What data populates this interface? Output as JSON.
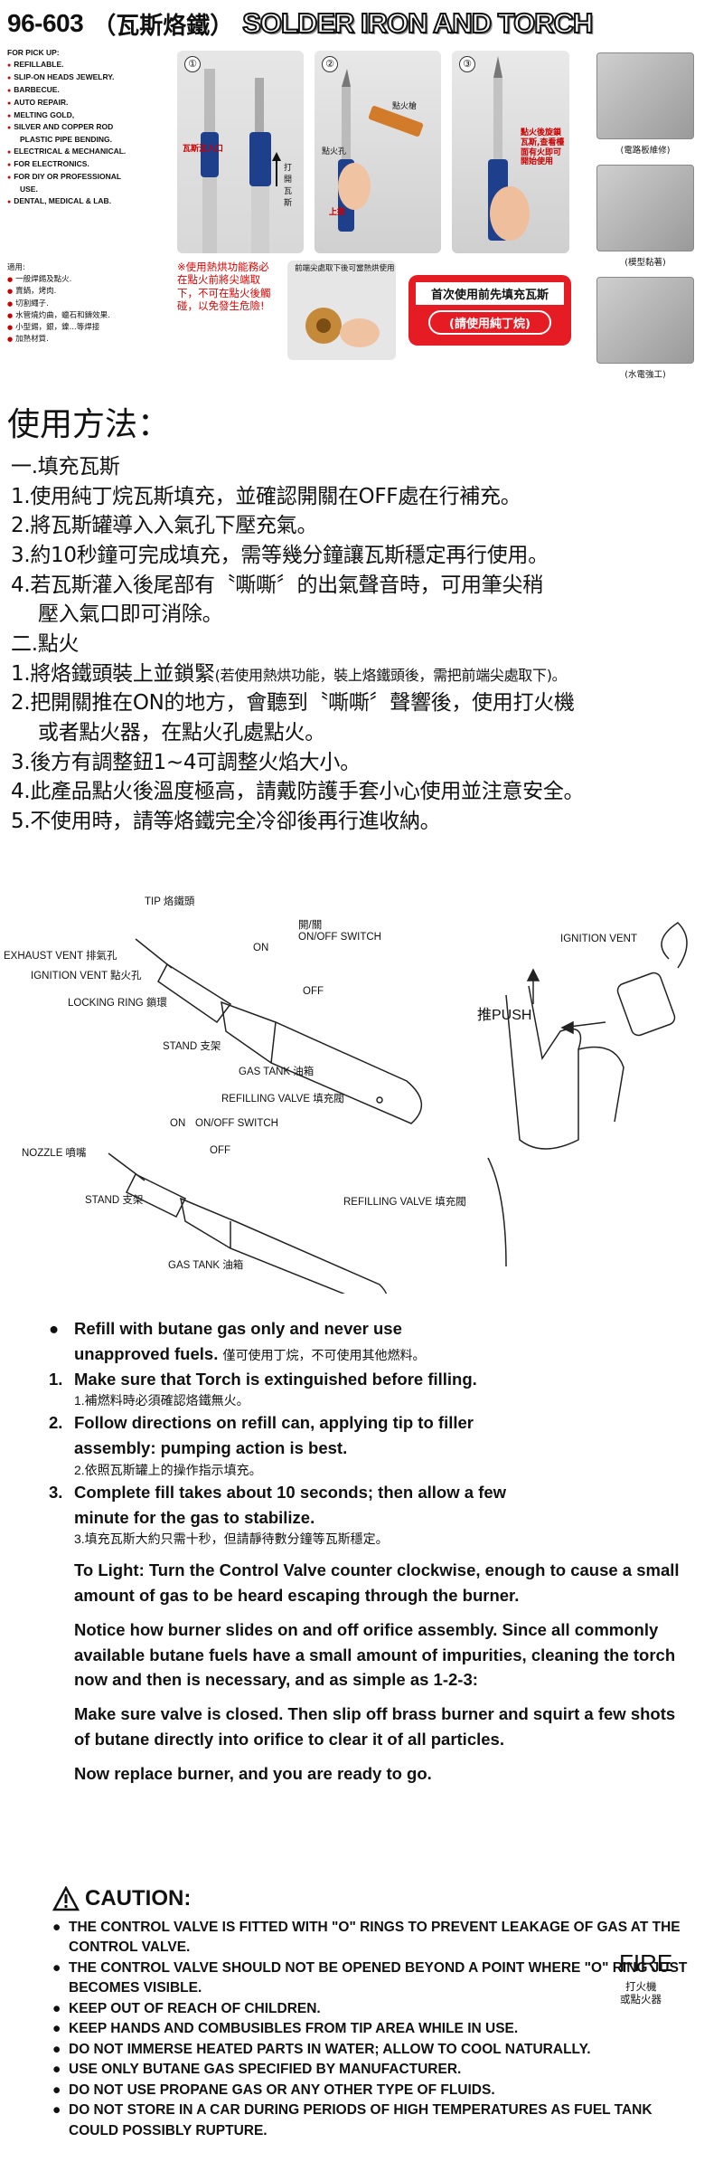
{
  "header": {
    "model": "96-603",
    "zh_title": "（瓦斯烙鐵）",
    "en_title": "SOLDER IRON AND TORCH"
  },
  "uses": {
    "heading": "FOR PICK UP:",
    "items": [
      "REFILLABLE.",
      "SLIP-ON HEADS JEWELRY.",
      "BARBECUE.",
      "AUTO REPAIR.",
      "MELTING GOLD,",
      "SILVER AND COPPER ROD",
      "PLASTIC PIPE BENDING.",
      "ELECTRICAL & MECHANICAL.",
      "FOR ELECTRONICS.",
      "FOR DIY OR PROFESSIONAL",
      "USE.",
      "DENTAL, MEDICAL & LAB."
    ],
    "zh_heading": "適用:",
    "zh_items": [
      "一般焊錫及點火.",
      "賣鍋，烤肉.",
      "切割繩子.",
      "水管燒灼曲，蠟石和鑄效果.",
      "小型錫，銀，鎳...等焊接",
      "加熱材質."
    ]
  },
  "photos": {
    "p1_num": "①",
    "p1_tag": "瓦斯注入口",
    "p1_tag2": "打開瓦斯",
    "p2_num": "②",
    "p2_tag_tip": "點火槍",
    "p2_tag_hole": "點火孔",
    "p2_tag_up": "上推",
    "p3_num": "③",
    "p3_tag": "點火後旋鎖瓦斯,查看檯面有火即可開始使用"
  },
  "warn": {
    "text": "※使用熱烘功能務必在點火前將尖端取下，不可在點火後觸碰，以免發生危險!",
    "mini_caption": "前端尖處取下後可當熱烘使用"
  },
  "redbox": {
    "line1": "首次使用前先填充瓦斯",
    "line2": "(請使用純丁烷)"
  },
  "side": {
    "cap1": "(電路板維修)",
    "cap2": "(模型黏著)",
    "cap3": "(水電強工)"
  },
  "howto": {
    "title": "使用方法：",
    "s1": "一.填充瓦斯",
    "l1": "1.使用純丁烷瓦斯填充，並確認開關在OFF處在行補充。",
    "l2": "2.將瓦斯罐導入入氣孔下壓充氣。",
    "l3": "3.約10秒鐘可完成填充，需等幾分鐘讓瓦斯穩定再行使用。",
    "l4a": "4.若瓦斯灌入後尾部有〝嘶嘶〞的出氣聲音時，可用筆尖稍",
    "l4b": "壓入氣口即可消除。",
    "s2": "二.點火",
    "m1a": "1.將烙鐵頭裝上並鎖緊",
    "m1b": "(若使用熱烘功能，裝上烙鐵頭後，需把前端尖處取下)。",
    "m2a": "2.把開關推在ON的地方，會聽到〝嘶嘶〞聲響後，使用打火機",
    "m2b": "或者點火器，在點火孔處點火。",
    "m3": "3.後方有調整鈕1~4可調整火焰大小。",
    "m4": "4.此產品點火後溫度極高，請戴防護手套小心使用並注意安全。",
    "m5": "5.不使用時，請等烙鐵完全冷卻後再行進收納。"
  },
  "diagram": {
    "tip": "TIP 烙鐵頭",
    "onoff1": "開/關",
    "onoff2": "ON/OFF SWITCH",
    "on": "ON",
    "off": "OFF",
    "exhaust": "EXHAUST VENT 排氣孔",
    "ignition": "IGNITION VENT 點火孔",
    "locking": "LOCKING RING 鎖環",
    "stand": "STAND 支架",
    "gastank": "GAS TANK 油箱",
    "refilling": "REFILLING VALVE 填充閥",
    "on2": "ON",
    "onoff3": "ON/OFF SWITCH",
    "off2": "OFF",
    "nozzle": "NOZZLE 噴嘴",
    "stand2": "STAND 支架",
    "refilling2": "REFILLING VALVE 填充閥",
    "gastank2": "GAS TANK 油箱",
    "ign_vent": "IGNITION VENT",
    "push": "推PUSH",
    "fire": "FIRE",
    "fire_zh1": "打火機",
    "fire_zh2": "或點火器"
  },
  "notes": {
    "n0a": "Refill with butane gas only and never use",
    "n0b": "unapproved fuels.",
    "n0zh": "僅可使用丁烷，不可使用其他燃料。",
    "n1": "Make sure that Torch is extinguished before filling.",
    "n1zh": "1.補燃料時必須確認烙鐵無火。",
    "n2a": "Follow directions on refill can, applying tip to filler",
    "n2b": "assembly: pumping action is best.",
    "n2zh": "2.依照瓦斯罐上的操作指示填充。",
    "n3a": "Complete fill takes about 10 seconds; then allow a few",
    "n3b": "minute for the gas to stabilize.",
    "n3zh": "3.填充瓦斯大約只需十秒，但請靜待數分鐘等瓦斯穩定。",
    "p1": "To Light: Turn the Control Valve counter clockwise, enough to cause a small amount of gas to be heard escaping through the burner.",
    "p2": "Notice how burner slides on and off orifice assembly. Since all commonly available butane fuels have a small amount of impurities, cleaning the torch now and then is necessary, and as simple as 1-2-3:",
    "p3": "Make sure valve is closed. Then slip off brass burner and squirt a few shots of butane directly into orifice to clear it of all particles.",
    "p4": "Now replace burner, and you are ready to go."
  },
  "caution": {
    "label": "CAUTION:",
    "items": [
      "THE CONTROL VALVE IS FITTED WITH \"O\" RINGS TO PREVENT LEAKAGE OF GAS AT THE CONTROL VALVE.",
      "THE CONTROL VALVE SHOULD NOT BE OPENED BEYOND A POINT WHERE \"O\" RING JUST BECOMES VISIBLE.",
      "KEEP OUT OF REACH OF CHILDREN.",
      "KEEP HANDS AND COMBUSIBLES FROM TIP AREA WHILE IN USE.",
      "DO NOT IMMERSE HEATED PARTS IN WATER; ALLOW TO COOL NATURALLY.",
      "USE ONLY BUTANE GAS SPECIFIED BY MANUFACTURER.",
      "DO NOT USE PROPANE GAS OR ANY OTHER TYPE OF FLUIDS.",
      "DO NOT STORE IN A CAR DURING PERIODS OF HIGH TEMPERATURES AS FUEL TANK COULD POSSIBLY RUPTURE."
    ]
  }
}
